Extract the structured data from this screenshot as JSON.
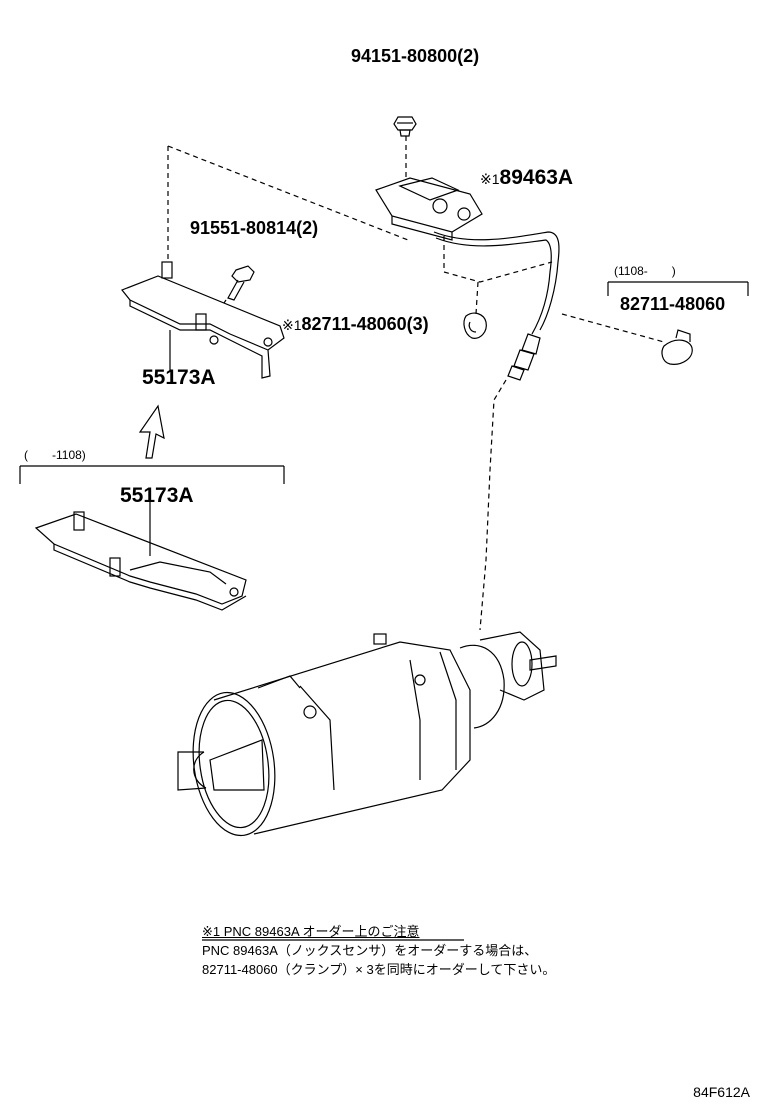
{
  "parts": {
    "nut_label": "94151-80800(2)",
    "sensor_mark": "※1",
    "sensor_label": "89463A",
    "bolt_label": "91551-80814(2)",
    "clamp_mark": "※1",
    "clamp_label": "82711-48060(3)",
    "clamp_right_range": "(1108-　　)",
    "clamp_right_label": "82711-48060",
    "bracket_new_label": "55173A",
    "bracket_old_range": "(　　-1108)",
    "bracket_old_label": "55173A"
  },
  "note": {
    "title": "※1  PNC 89463A オーダー上のご注意",
    "line1": "PNC 89463A（ノックスセンサ）をオーダーする場合は、",
    "line2": "82711-48060（クランプ）× 3を同時にオーダーして下さい。"
  },
  "figure_id": "84F612A"
}
